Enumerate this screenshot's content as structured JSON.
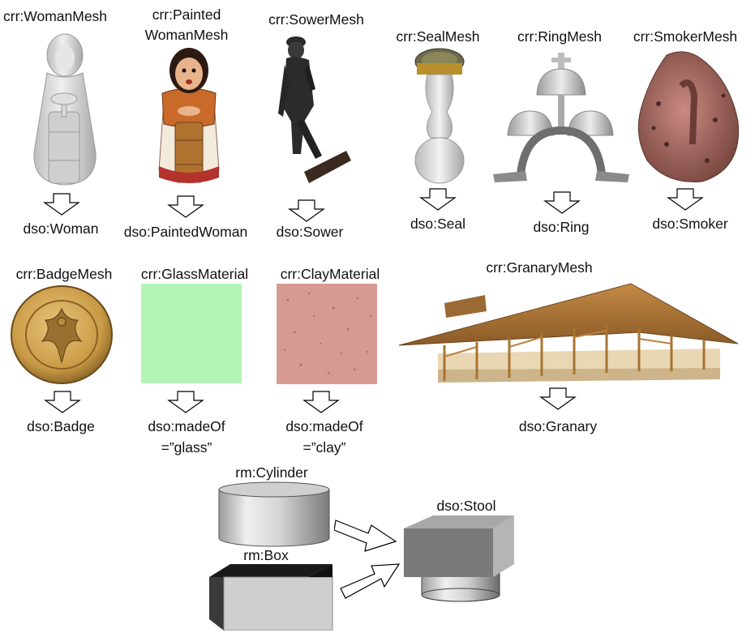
{
  "row1": {
    "woman": {
      "mesh": "crr:WomanMesh",
      "concept": "dso:Woman"
    },
    "painted_woman": {
      "mesh_line1": "crr:Painted",
      "mesh_line2": "WomanMesh",
      "concept": "dso:PaintedWoman"
    },
    "sower": {
      "mesh": "crr:SowerMesh",
      "concept": "dso:Sower"
    },
    "seal": {
      "mesh": "crr:SealMesh",
      "concept": "dso:Seal"
    },
    "ring": {
      "mesh": "crr:RingMesh",
      "concept": "dso:Ring"
    },
    "smoker": {
      "mesh": "crr:SmokerMesh",
      "concept": "dso:Smoker"
    }
  },
  "row2": {
    "badge": {
      "mesh": "crr:BadgeMesh",
      "concept": "dso:Badge"
    },
    "glass": {
      "material": "crr:GlassMaterial",
      "property_line1": "dso:madeOf",
      "property_line2": "=”glass”",
      "swatch_color": "#b3f5b5"
    },
    "clay": {
      "material": "crr:ClayMaterial",
      "property_line1": "dso:madeOf",
      "property_line2": "=”clay”",
      "swatch_color": "#d79a92"
    },
    "granary": {
      "mesh": "crr:GranaryMesh",
      "concept": "dso:Granary"
    }
  },
  "row3": {
    "cylinder": "rm:Cylinder",
    "box": "rm:Box",
    "stool": "dso:Stool"
  }
}
